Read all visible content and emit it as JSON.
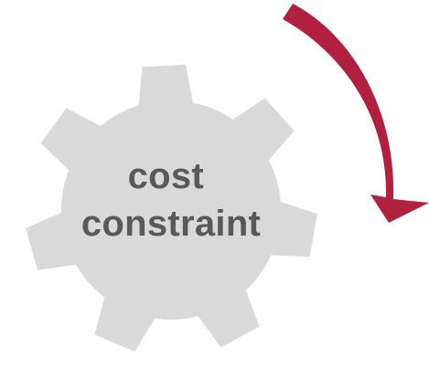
{
  "gear": {
    "label_line1": "cost",
    "label_line2": "constraint",
    "fill_color": "#d9d9d9",
    "text_color": "#595959",
    "icon": "gear-icon"
  },
  "arrow": {
    "color": "#b22040",
    "icon": "curved-arrow-icon",
    "direction": "clockwise"
  }
}
